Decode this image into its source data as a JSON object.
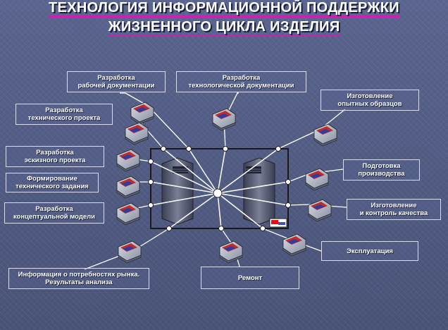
{
  "title": {
    "line1": "ТЕХНОЛОГИЯ ИНФОРМАЦИОННОЙ ПОДДЕРЖКИ",
    "line2": "ЖИЗНЕННОГО ЦИКЛА ИЗДЕЛИЯ"
  },
  "nodes": {
    "working_docs": "Разработка\nрабочей документации",
    "tech_docs": "Разработка\nтехнологической документации",
    "prototypes": "Изготовление\nопытных образцов",
    "tech_project": "Разработка\nтехнического проекта",
    "sketch_project": "Разработка\nэскизного проекта",
    "spec": "Формирование\nтехнического задания",
    "concept_model": "Разработка\nконцептуальной модели",
    "market_info": "Информация о потребностях рынка.\nРезультаты анализа",
    "production_prep": "Подготовка\nпроизводства",
    "manufacturing": "Изготовление\nи контроль качества",
    "operation": "Эксплуатация",
    "repair": "Ремонт"
  },
  "colors": {
    "connector_line": "#ffffff",
    "title_underline": "#d01fb0",
    "box_border": "#d8dcee"
  }
}
